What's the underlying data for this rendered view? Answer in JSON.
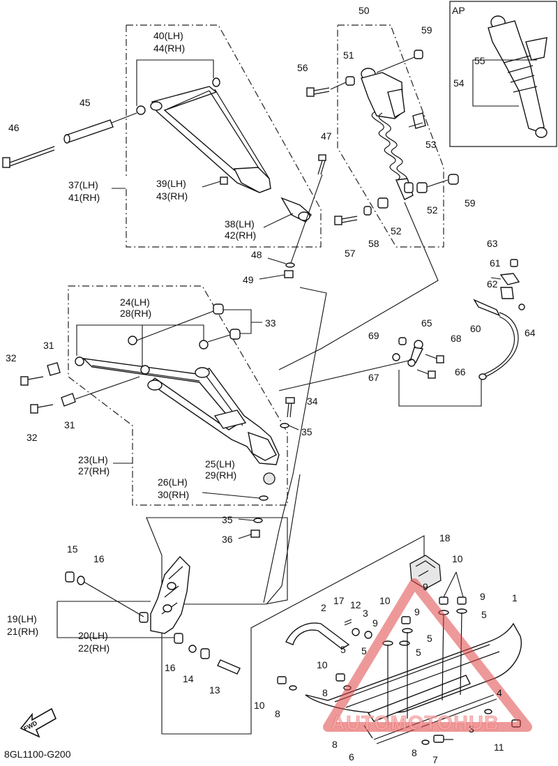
{
  "diagram_code": "8GL1100-G200",
  "fwd_label": "FWD",
  "ap_label": "AP",
  "watermark": "AUTOMOTOHUB",
  "callouts": [
    {
      "id": "c1",
      "text": "1"
    },
    {
      "id": "c2",
      "text": "2"
    },
    {
      "id": "c3a",
      "text": "3"
    },
    {
      "id": "c3b",
      "text": "3"
    },
    {
      "id": "c4",
      "text": "4"
    },
    {
      "id": "c5a",
      "text": "5"
    },
    {
      "id": "c5b",
      "text": "5"
    },
    {
      "id": "c5c",
      "text": "5"
    },
    {
      "id": "c5d",
      "text": "5"
    },
    {
      "id": "c5e",
      "text": "5"
    },
    {
      "id": "c6",
      "text": "6"
    },
    {
      "id": "c7",
      "text": "7"
    },
    {
      "id": "c8a",
      "text": "8"
    },
    {
      "id": "c8b",
      "text": "8"
    },
    {
      "id": "c8c",
      "text": "8"
    },
    {
      "id": "c8d",
      "text": "8"
    },
    {
      "id": "c9a",
      "text": "9"
    },
    {
      "id": "c9b",
      "text": "9"
    },
    {
      "id": "c9c",
      "text": "9"
    },
    {
      "id": "c9d",
      "text": "9"
    },
    {
      "id": "c10a",
      "text": "10"
    },
    {
      "id": "c10b",
      "text": "10"
    },
    {
      "id": "c10c",
      "text": "10"
    },
    {
      "id": "c10d",
      "text": "10"
    },
    {
      "id": "c11",
      "text": "11"
    },
    {
      "id": "c12",
      "text": "12"
    },
    {
      "id": "c13",
      "text": "13"
    },
    {
      "id": "c14",
      "text": "14"
    },
    {
      "id": "c15",
      "text": "15"
    },
    {
      "id": "c16a",
      "text": "16"
    },
    {
      "id": "c16b",
      "text": "16"
    },
    {
      "id": "c17",
      "text": "17"
    },
    {
      "id": "c18",
      "text": "18"
    },
    {
      "id": "c19",
      "text": "19(LH)"
    },
    {
      "id": "c21",
      "text": "21(RH)"
    },
    {
      "id": "c20",
      "text": "20(LH)"
    },
    {
      "id": "c22",
      "text": "22(RH)"
    },
    {
      "id": "c23",
      "text": "23(LH)"
    },
    {
      "id": "c27",
      "text": "27(RH)"
    },
    {
      "id": "c24",
      "text": "24(LH)"
    },
    {
      "id": "c28",
      "text": "28(RH)"
    },
    {
      "id": "c25",
      "text": "25(LH)"
    },
    {
      "id": "c29",
      "text": "29(RH)"
    },
    {
      "id": "c26",
      "text": "26(LH)"
    },
    {
      "id": "c30",
      "text": "30(RH)"
    },
    {
      "id": "c31a",
      "text": "31"
    },
    {
      "id": "c31b",
      "text": "31"
    },
    {
      "id": "c32a",
      "text": "32"
    },
    {
      "id": "c32b",
      "text": "32"
    },
    {
      "id": "c33",
      "text": "33"
    },
    {
      "id": "c34",
      "text": "34"
    },
    {
      "id": "c35a",
      "text": "35"
    },
    {
      "id": "c35b",
      "text": "35"
    },
    {
      "id": "c36",
      "text": "36"
    },
    {
      "id": "c37",
      "text": "37(LH)"
    },
    {
      "id": "c41",
      "text": "41(RH)"
    },
    {
      "id": "c38",
      "text": "38(LH)"
    },
    {
      "id": "c42",
      "text": "42(RH)"
    },
    {
      "id": "c39",
      "text": "39(LH)"
    },
    {
      "id": "c43",
      "text": "43(RH)"
    },
    {
      "id": "c40",
      "text": "40(LH)"
    },
    {
      "id": "c44",
      "text": "44(RH)"
    },
    {
      "id": "c45",
      "text": "45"
    },
    {
      "id": "c46",
      "text": "46"
    },
    {
      "id": "c47",
      "text": "47"
    },
    {
      "id": "c48",
      "text": "48"
    },
    {
      "id": "c49",
      "text": "49"
    },
    {
      "id": "c50",
      "text": "50"
    },
    {
      "id": "c51",
      "text": "51"
    },
    {
      "id": "c52a",
      "text": "52"
    },
    {
      "id": "c52b",
      "text": "52"
    },
    {
      "id": "c53",
      "text": "53"
    },
    {
      "id": "c54",
      "text": "54"
    },
    {
      "id": "c55",
      "text": "55"
    },
    {
      "id": "c56",
      "text": "56"
    },
    {
      "id": "c57",
      "text": "57"
    },
    {
      "id": "c58",
      "text": "58"
    },
    {
      "id": "c59a",
      "text": "59"
    },
    {
      "id": "c59b",
      "text": "59"
    },
    {
      "id": "c60",
      "text": "60"
    },
    {
      "id": "c61",
      "text": "61"
    },
    {
      "id": "c62",
      "text": "62"
    },
    {
      "id": "c63",
      "text": "63"
    },
    {
      "id": "c64",
      "text": "64"
    },
    {
      "id": "c65",
      "text": "65"
    },
    {
      "id": "c66",
      "text": "66"
    },
    {
      "id": "c67",
      "text": "67"
    },
    {
      "id": "c68",
      "text": "68"
    },
    {
      "id": "c69",
      "text": "69"
    }
  ]
}
